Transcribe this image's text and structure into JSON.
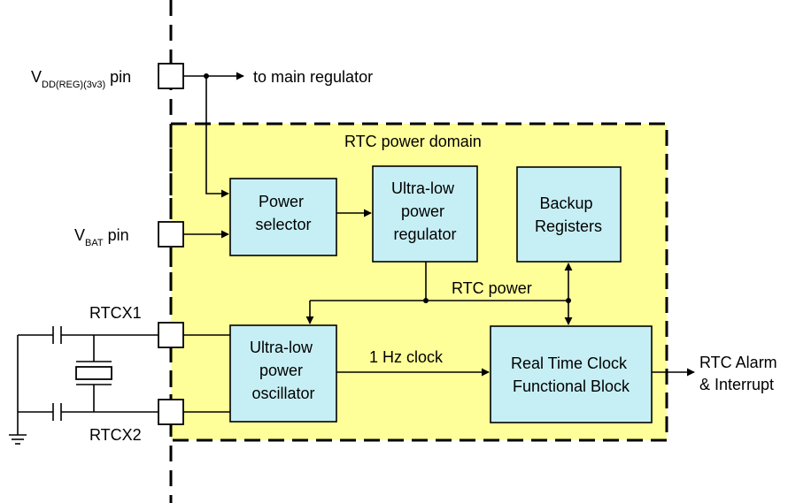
{
  "pins": {
    "vdd_main": "V",
    "vdd_sub": "DD(REG)(3v3)",
    "vdd_suffix": " pin",
    "vbat_main": "V",
    "vbat_sub": "BAT",
    "vbat_suffix": " pin",
    "rtcx1": "RTCX1",
    "rtcx2": "RTCX2"
  },
  "domain_label": "RTC power domain",
  "blocks": {
    "power_selector": [
      "Power",
      "selector"
    ],
    "regulator": [
      "Ultra-low",
      "power",
      "regulator"
    ],
    "backup": [
      "Backup",
      "Registers"
    ],
    "oscillator": [
      "Ultra-low",
      "power",
      "oscillator"
    ],
    "rtc_block": [
      "Real Time Clock",
      "Functional Block"
    ]
  },
  "signals": {
    "to_main_regulator": "to main regulator",
    "rtc_power": "RTC power",
    "clock": "1 Hz clock",
    "alarm": [
      "RTC Alarm",
      "& Interrupt"
    ]
  },
  "colors": {
    "domain_fill": "#ffff99",
    "block_fill": "#c6eff5"
  }
}
